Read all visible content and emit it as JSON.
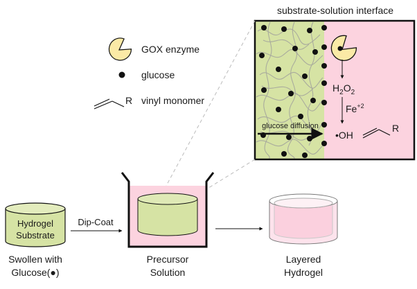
{
  "inset": {
    "title": "substrate-solution interface",
    "diffusion_label": "glucose diffusion",
    "h2o2": {
      "main": "H",
      "sub1": "2",
      "mid": "O",
      "sub2": "2"
    },
    "fe": {
      "main": "Fe",
      "sup": "+2"
    },
    "oh_label": "•OH",
    "r_label": "R"
  },
  "legend": {
    "gox": "GOX enzyme",
    "glucose": "glucose",
    "vinyl": "vinyl monomer",
    "vinyl_r": "R"
  },
  "steps": {
    "substrate": {
      "line1": "Hydrogel",
      "line2": "Substrate"
    },
    "swollen": {
      "line1": "Swollen with",
      "line2": "Glucose(●)"
    },
    "dip_coat": "Dip-Coat",
    "precursor": {
      "line1": "Precursor",
      "line2": "Solution"
    },
    "layered": {
      "line1": "Layered",
      "line2": "Hydrogel"
    }
  },
  "colors": {
    "green": "#d6e3a4",
    "pink": "#fcd3df",
    "gox_yellow": "#fbeaa6",
    "dot": "#111111"
  }
}
